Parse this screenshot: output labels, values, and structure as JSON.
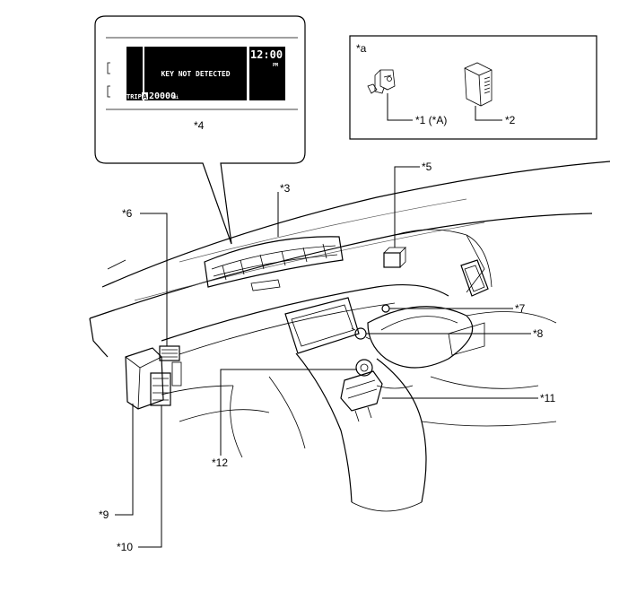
{
  "callouts": {
    "c1": "*1 (*A)",
    "c2": "*2",
    "c3": "*3",
    "c4": "*4",
    "c5": "*5",
    "c6": "*6",
    "c7": "*7",
    "c8": "*8",
    "c9": "*9",
    "c10": "*10",
    "c11": "*11",
    "c12": "*12",
    "ca": "*a"
  },
  "display": {
    "message": "KEY NOT DETECTED",
    "clock": "12:00",
    "clock_suffix": "PM",
    "trip_label": "TRIP",
    "trip_marker": "A",
    "odometer": "20000",
    "odometer_unit": "mi"
  }
}
